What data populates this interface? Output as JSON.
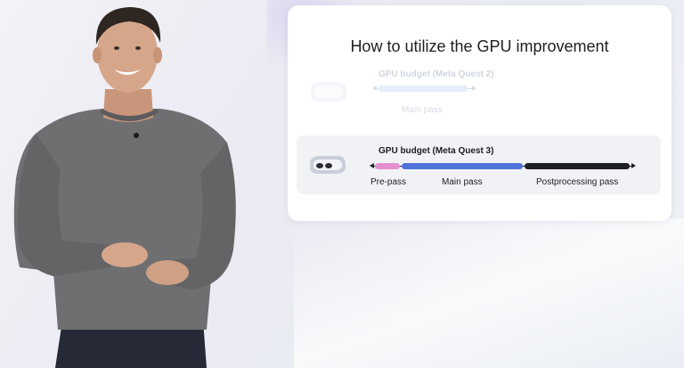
{
  "slide": {
    "title": "How to utilize the GPU improvement",
    "quest2": {
      "budget_label": "GPU budget (Meta Quest 2)",
      "passes": [
        {
          "label": "Main pass",
          "color": "#a9bcf2"
        }
      ]
    },
    "quest3": {
      "budget_label": "GPU budget (Meta Quest 3)",
      "passes": [
        {
          "label": "Pre-pass",
          "color": "#e48fcf"
        },
        {
          "label": "Main pass",
          "color": "#4f73d9"
        },
        {
          "label": "Postprocessing pass",
          "color": "#1d2126"
        }
      ]
    }
  },
  "colors": {
    "accent_blue": "#4f73d9",
    "accent_pink": "#e48fcf",
    "dark": "#1d2126",
    "sweater": "#6f6f71",
    "pants": "#262a36"
  }
}
